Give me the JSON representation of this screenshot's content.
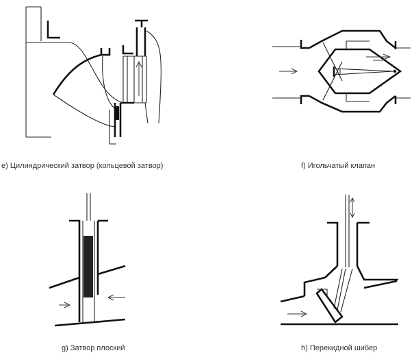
{
  "figures": {
    "e": {
      "caption": "e) Цилиндрический затвор (кольцевой затвор)"
    },
    "f": {
      "caption": "f) Игольчатый клапан"
    },
    "g": {
      "caption": "g) Затвор плоский"
    },
    "h": {
      "caption": "h) Перекидной шибер"
    }
  },
  "colors": {
    "line": "#111111",
    "fill": "#222222",
    "background": "#ffffff"
  }
}
